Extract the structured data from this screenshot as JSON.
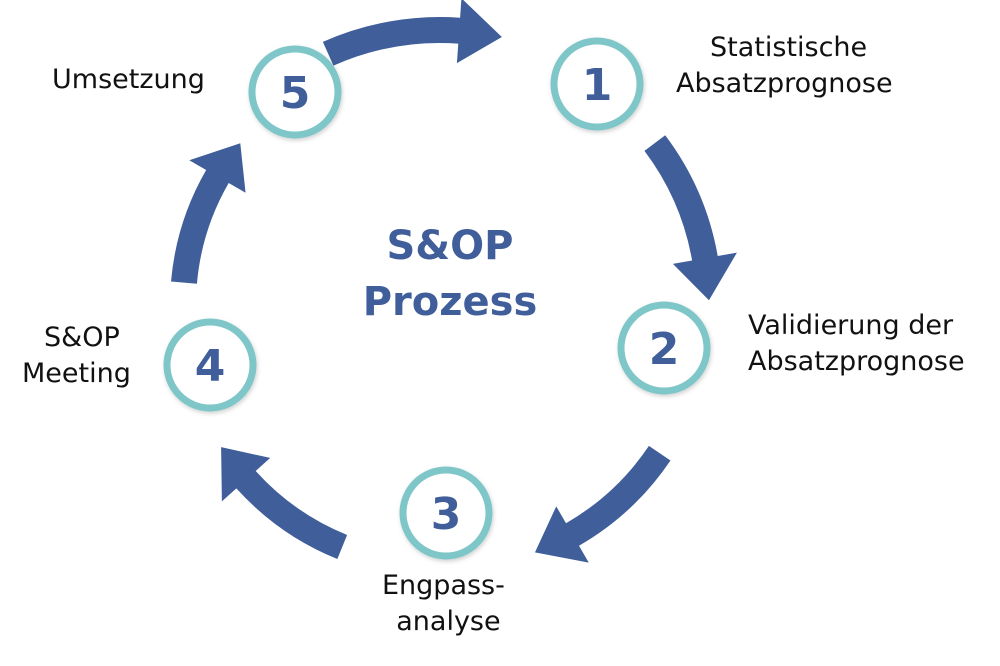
{
  "colors": {
    "arrow": "#3F5E9A",
    "circle_ring": "#7FC6C9",
    "circle_fill": "#FFFFFF",
    "number_text": "#3F5E9A",
    "title_text": "#3F5E9A",
    "label_text": "#111111"
  },
  "title": {
    "line1": "S&OP",
    "line2": "Prozess"
  },
  "steps": [
    {
      "number": "1",
      "label_line1": "Statistische",
      "label_line2": "Absatzprognose"
    },
    {
      "number": "2",
      "label_line1": "Validierung der",
      "label_line2": "Absatzprognose"
    },
    {
      "number": "3",
      "label_line1": "Engpass-",
      "label_line2": "analyse"
    },
    {
      "number": "4",
      "label_line1": "S&OP",
      "label_line2": "Meeting"
    },
    {
      "number": "5",
      "label_line1": "Umsetzung",
      "label_line2": ""
    }
  ]
}
